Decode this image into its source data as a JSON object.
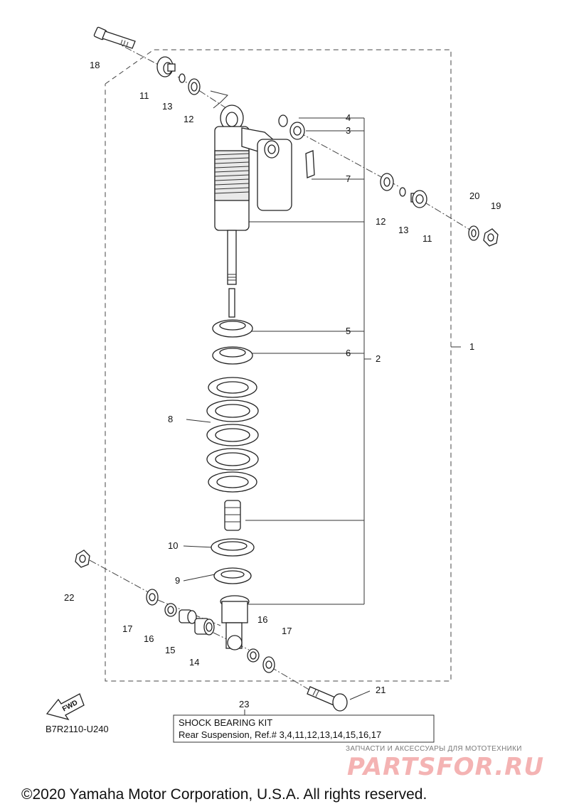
{
  "callouts": [
    "1",
    "2",
    "3",
    "4",
    "5",
    "6",
    "7",
    "8",
    "9",
    "10",
    "11",
    "11",
    "12",
    "12",
    "13",
    "13",
    "14",
    "15",
    "16",
    "16",
    "17",
    "17",
    "18",
    "19",
    "20",
    "21",
    "22",
    "23"
  ],
  "kit": {
    "title": "SHOCK BEARING KIT",
    "description": "Rear Suspension, Ref.# 3,4,11,12,13,14,15,16,17"
  },
  "diagram_code": "B7R2110-U240",
  "fwd_label": "FWD",
  "watermark": {
    "top": "ЗАПЧАСТИ И АКСЕССУАРЫ ДЛЯ МОТОТЕХНИКИ",
    "brand": "PARTSFOR.RU"
  },
  "copyright": "©2020 Yamaha Motor Corporation, U.S.A. All rights reserved."
}
